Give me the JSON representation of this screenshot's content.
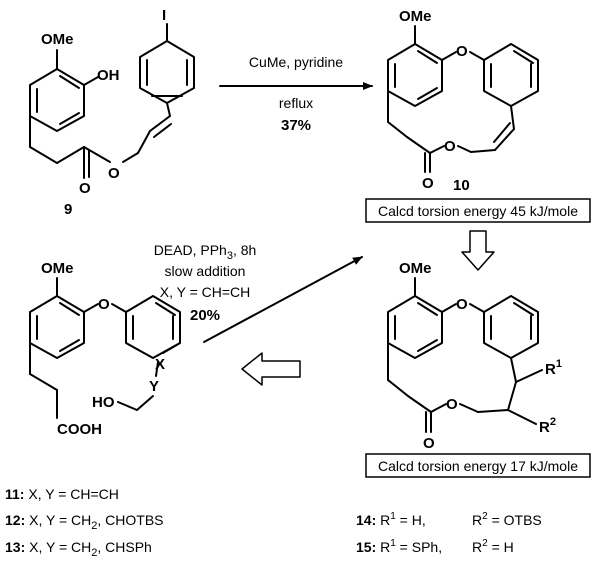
{
  "reaction1": {
    "reagents": "CuMe, pyridine",
    "conditions": "reflux",
    "yield": "37%"
  },
  "compounds": {
    "start": "9",
    "macrocycle_alkene": "10"
  },
  "labels": {
    "OMe": "OMe",
    "OH": "OH",
    "I": "I",
    "O": "O",
    "HO": "HO",
    "X": "X",
    "Y": "Y",
    "COOH": "COOH",
    "R1": "R",
    "R1sup": "1",
    "R2": "R",
    "R2sup": "2"
  },
  "energy1": "Calcd torsion energy 45 kJ/mole",
  "energy2": "Calcd torsion energy 17 kJ/mole",
  "reaction2": {
    "line1": "DEAD, PPh",
    "line1_sub": "3",
    "line1_tail": ", 8h",
    "line2": "slow  addition",
    "line3": "X, Y = CH=CH",
    "yield": "20%"
  },
  "legend_left": [
    {
      "num": "11:",
      "text": " X, Y =  CH=CH"
    },
    {
      "num": "12:",
      "text": " X, Y = CH",
      "sub": "2",
      "tail": ", CHOTBS"
    },
    {
      "num": "13:",
      "text": " X, Y = CH",
      "sub": "2",
      "tail": ", CHSPh"
    }
  ],
  "legend_right": [
    {
      "num": "14:",
      "r1": " R",
      "r1sup": "1",
      "r1val": " = H,",
      "r2": "R",
      "r2sup": "2",
      "r2val": " = OTBS"
    },
    {
      "num": "15:",
      "r1": " R",
      "r1sup": "1",
      "r1val": " = SPh,",
      "r2": "R",
      "r2sup": "2",
      "r2val": " = H"
    }
  ]
}
